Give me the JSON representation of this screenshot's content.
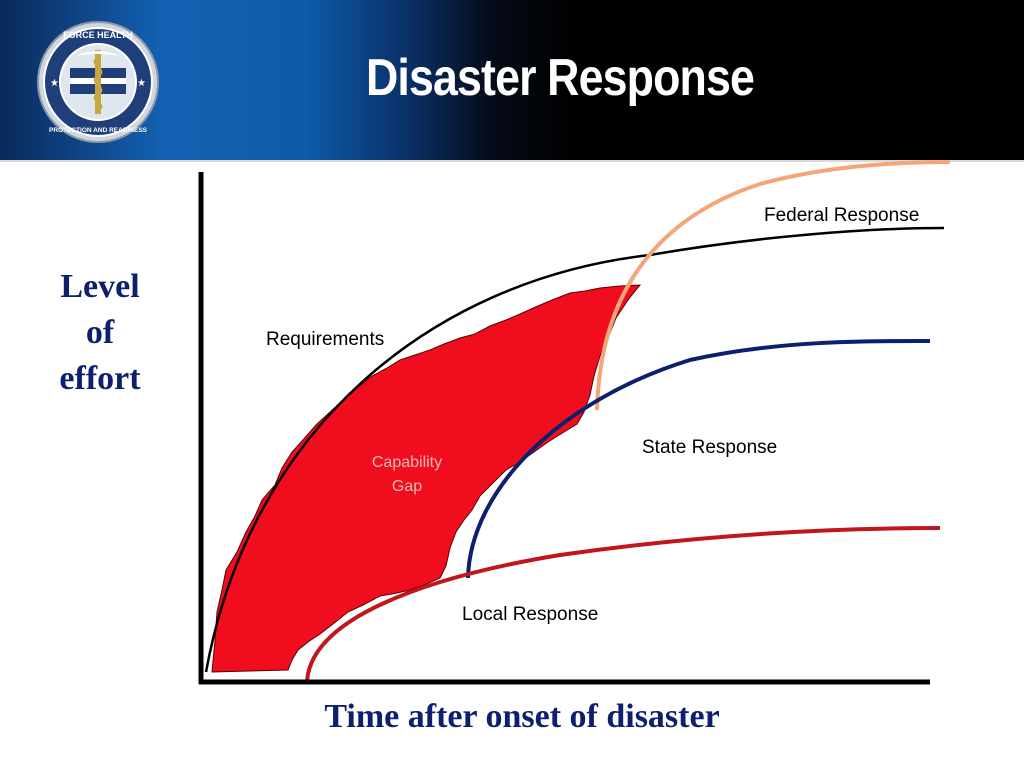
{
  "header": {
    "title": "Disaster Response",
    "seal_text": "FORCE HEALTH PROTECTION AND READINESS"
  },
  "diagram": {
    "y_axis_label": [
      "Level",
      "of",
      "effort"
    ],
    "x_axis_label": "Time after onset of disaster",
    "curves": [
      {
        "name": "Requirements",
        "color": "#000000"
      },
      {
        "name": "Federal Response",
        "color": "#f4a57a"
      },
      {
        "name": "State Response",
        "color": "#0d1f6e"
      },
      {
        "name": "Local Response",
        "color": "#c0161c"
      }
    ],
    "gap_label": [
      "Capability",
      "Gap"
    ],
    "gap_color": "#f00d1d"
  },
  "colors": {
    "title_text": "#ffffff",
    "axis_label": "#0d1f6e",
    "header_blue": "#1362b3",
    "header_black": "#000000"
  }
}
